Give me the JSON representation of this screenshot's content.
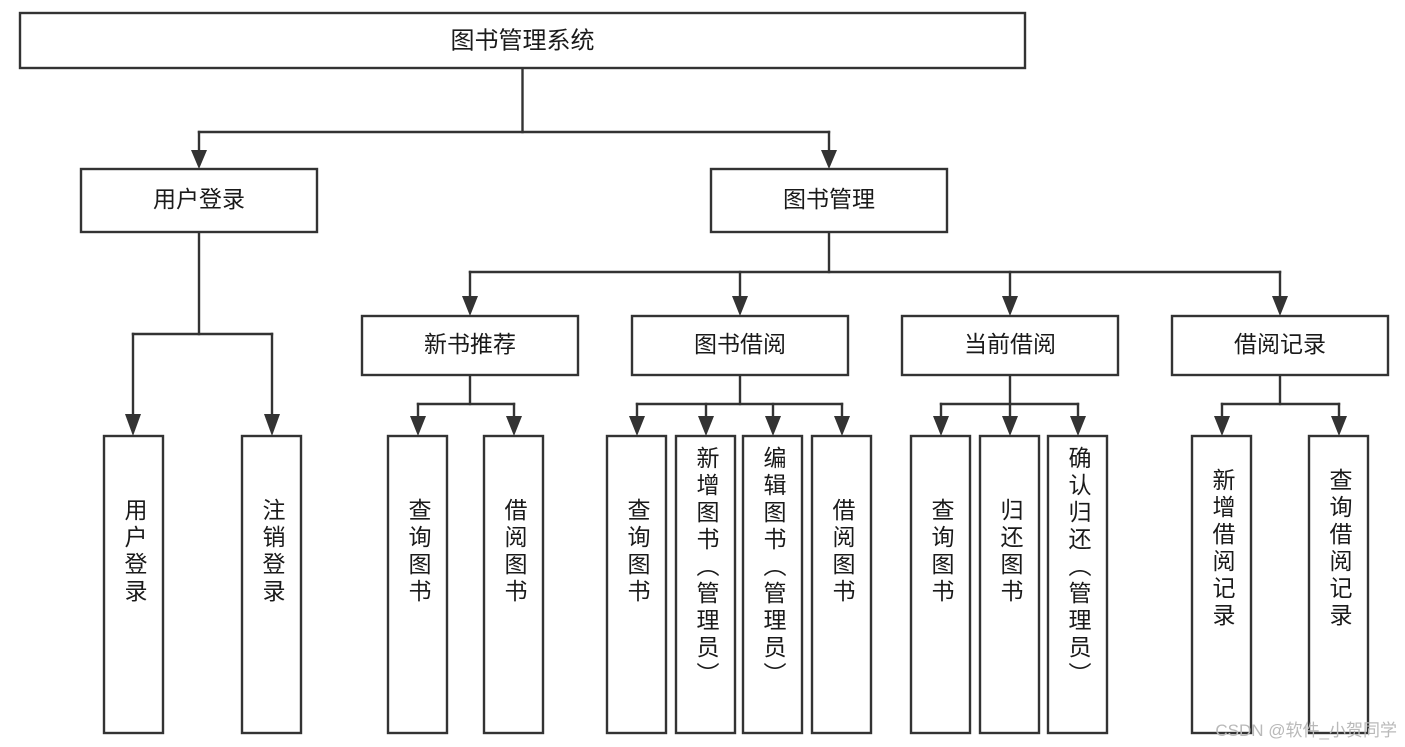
{
  "diagram": {
    "type": "tree",
    "title": "图书管理系统",
    "orientation": "top-down",
    "colors": {
      "stroke": "#333333",
      "box_fill": "#ffffff",
      "text": "#1a1a1a",
      "background": "#ffffff",
      "watermark": "#b9b9b9"
    },
    "root": {
      "label": "图书管理系统"
    },
    "level2": [
      {
        "label": "用户登录"
      },
      {
        "label": "图书管理"
      }
    ],
    "level3": [
      {
        "label": "新书推荐"
      },
      {
        "label": "图书借阅"
      },
      {
        "label": "当前借阅"
      },
      {
        "label": "借阅记录"
      }
    ],
    "leaves": {
      "user_login": [
        {
          "label": "用户登录"
        },
        {
          "label": "注销登录"
        }
      ],
      "new_book_recommend": [
        {
          "label": "查询图书"
        },
        {
          "label": "借阅图书"
        }
      ],
      "book_borrow": [
        {
          "label": "查询图书"
        },
        {
          "label": "新增图书（管理员）"
        },
        {
          "label": "编辑图书（管理员）"
        },
        {
          "label": "借阅图书"
        }
      ],
      "current_borrow": [
        {
          "label": "查询图书"
        },
        {
          "label": "归还图书"
        },
        {
          "label": "确认归还（管理员）"
        }
      ],
      "borrow_record": [
        {
          "label": "新增借阅记录"
        },
        {
          "label": "查询借阅记录"
        }
      ]
    }
  },
  "watermark": {
    "text": "CSDN @软件_小贺同学"
  }
}
